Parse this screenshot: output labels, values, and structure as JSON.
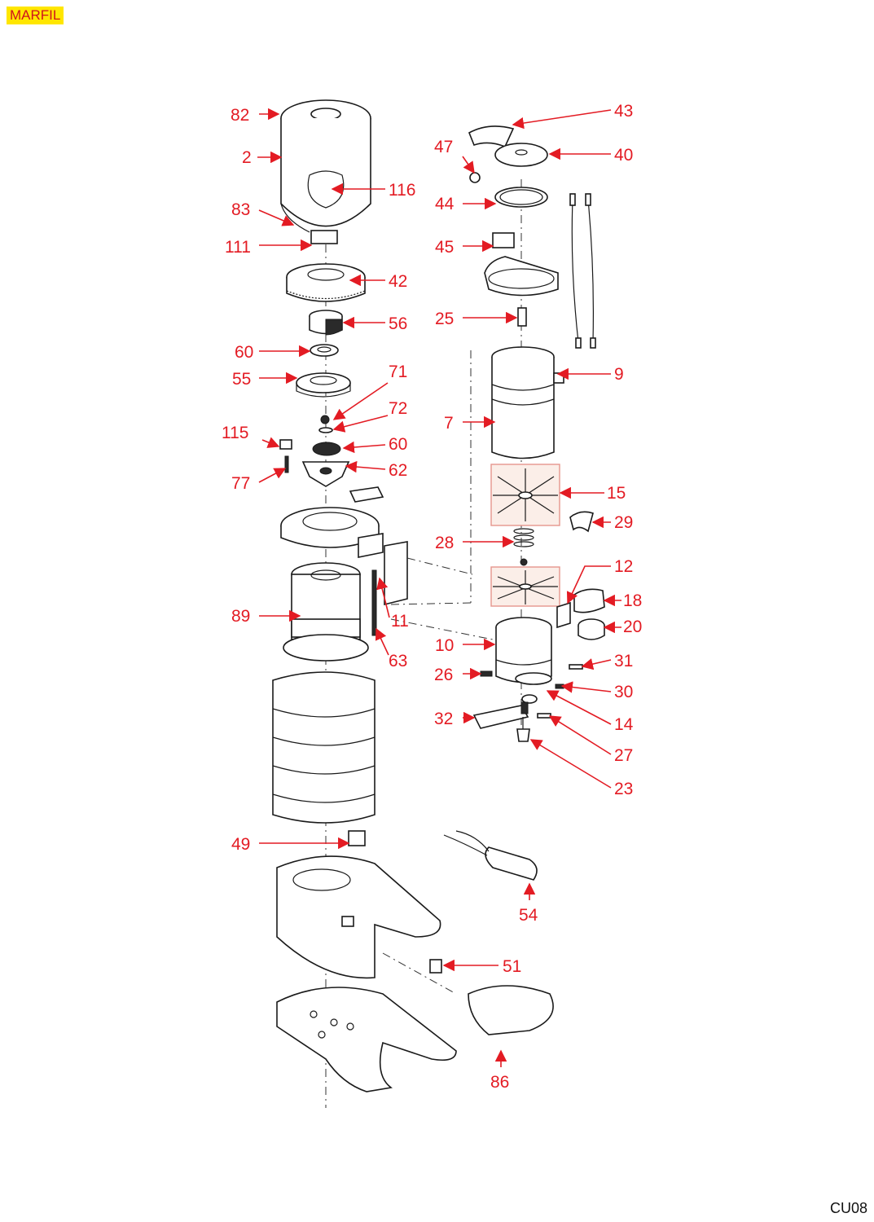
{
  "brand": "MARFIL",
  "sheet_code": "CU08",
  "colors": {
    "callout": "#e31b23",
    "brand_bg": "#ffe600",
    "highlight": "#fbeee8"
  },
  "callouts": [
    {
      "label": "82"
    },
    {
      "label": "2"
    },
    {
      "label": "116"
    },
    {
      "label": "83"
    },
    {
      "label": "111"
    },
    {
      "label": "42"
    },
    {
      "label": "56"
    },
    {
      "label": "60"
    },
    {
      "label": "55"
    },
    {
      "label": "71"
    },
    {
      "label": "72"
    },
    {
      "label": "115"
    },
    {
      "label": "60"
    },
    {
      "label": "62"
    },
    {
      "label": "77"
    },
    {
      "label": "89"
    },
    {
      "label": "11"
    },
    {
      "label": "63"
    },
    {
      "label": "49"
    },
    {
      "label": "54"
    },
    {
      "label": "51"
    },
    {
      "label": "86"
    },
    {
      "label": "43"
    },
    {
      "label": "47"
    },
    {
      "label": "40"
    },
    {
      "label": "44"
    },
    {
      "label": "45"
    },
    {
      "label": "25"
    },
    {
      "label": "9"
    },
    {
      "label": "7"
    },
    {
      "label": "15"
    },
    {
      "label": "29"
    },
    {
      "label": "28"
    },
    {
      "label": "12"
    },
    {
      "label": "18"
    },
    {
      "label": "20"
    },
    {
      "label": "10"
    },
    {
      "label": "31"
    },
    {
      "label": "26"
    },
    {
      "label": "30"
    },
    {
      "label": "14"
    },
    {
      "label": "32"
    },
    {
      "label": "27"
    },
    {
      "label": "23"
    }
  ]
}
